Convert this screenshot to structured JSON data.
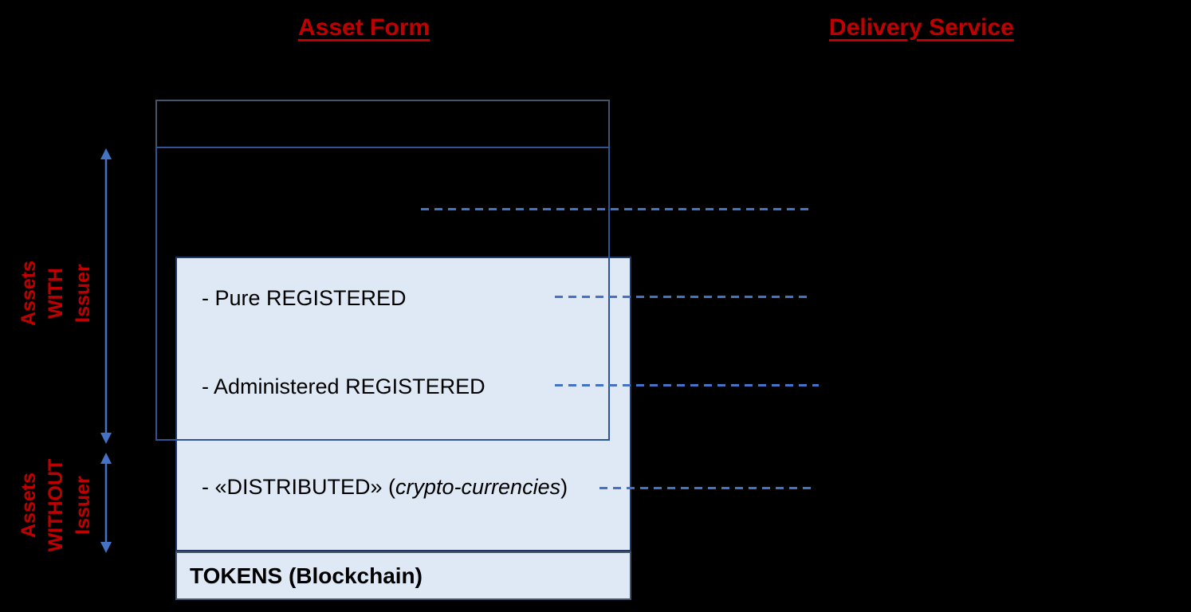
{
  "titles": {
    "asset_form": "Asset Form",
    "delivery_service": "Delivery Service"
  },
  "side_labels": {
    "with": {
      "line1": "Assets",
      "line2": "WITH",
      "line3": "Issuer"
    },
    "without": {
      "line1": "Assets",
      "line2": "WITHOUT",
      "line3": "Issuer"
    }
  },
  "asset_box": {
    "item_pure": "- Pure REGISTERED",
    "item_administered": "- Administered REGISTERED",
    "item_distributed_pre": "- «DISTRIBUTED» (",
    "item_distributed_italic": "crypto-currencies",
    "item_distributed_post": ")",
    "tokens": "TOKENS (Blockchain)"
  },
  "colors": {
    "background": "#000000",
    "heading_red": "#C00000",
    "accent_blue": "#4472C4",
    "inner_box_border": "#1F3864",
    "outer_box_border": "#2F5496",
    "band_border": "#44546A",
    "box_fill": "#DEE9F5",
    "item_text": "#000000"
  }
}
